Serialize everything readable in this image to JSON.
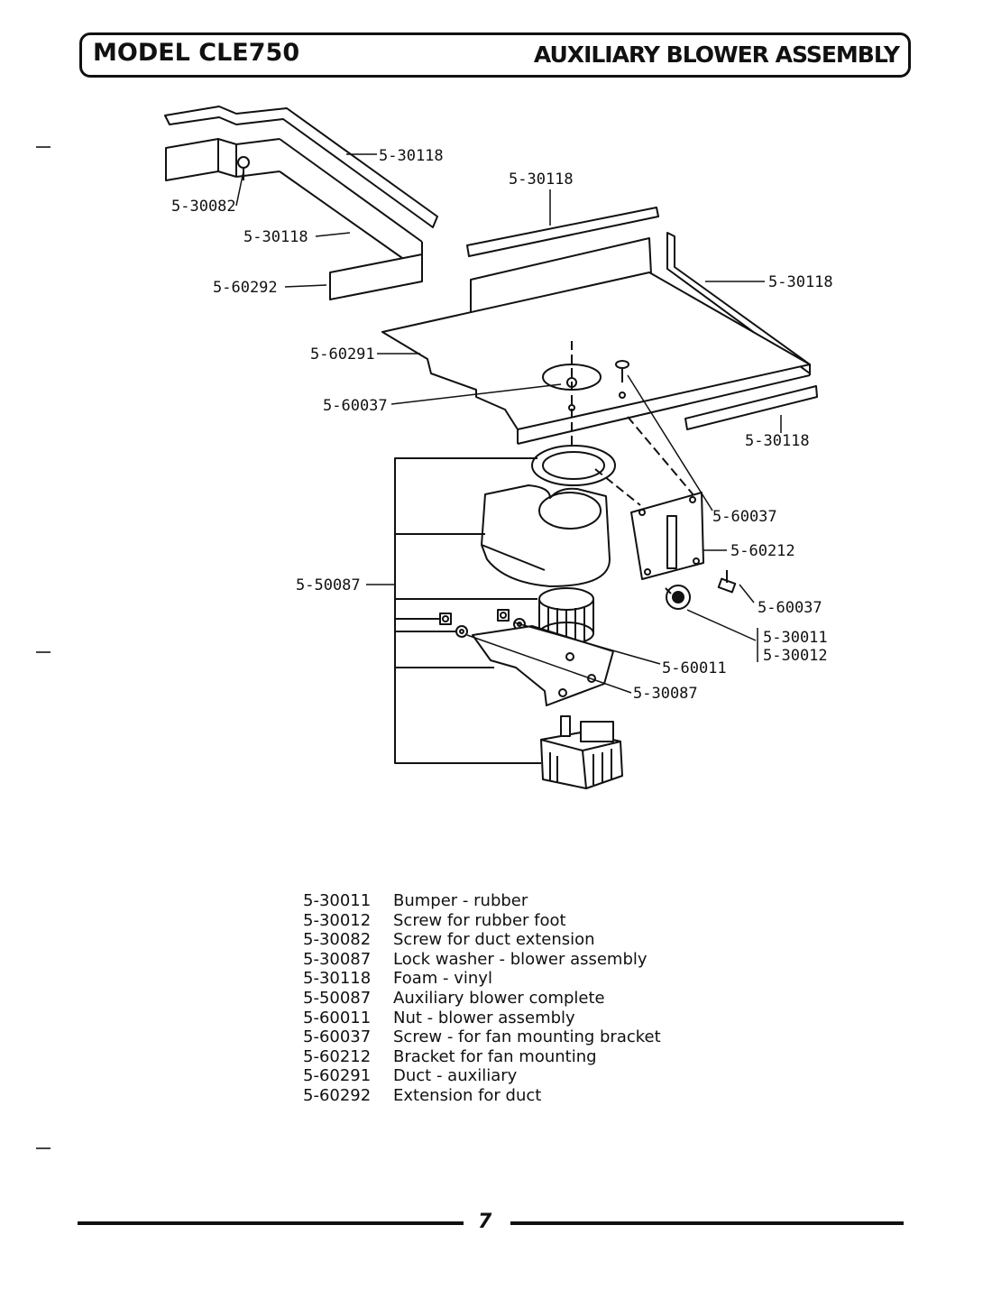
{
  "header": {
    "model_title": "MODEL CLE750",
    "section_title": "AUXILIARY BLOWER ASSEMBLY"
  },
  "callouts": {
    "foam_top_left": "5-30118",
    "screw_duct_ext": "5-30082",
    "foam_left_mid": "5-30118",
    "extension_duct": "5-60292",
    "foam_top_center": "5-30118",
    "foam_right": "5-30118",
    "duct_aux": "5-60291",
    "screw_center": "5-60037",
    "foam_bottom_right": "5-30118",
    "screw_bracket": "5-60037",
    "bracket": "5-60212",
    "blower_complete": "5-50087",
    "screw_bumper": "5-60037",
    "bumper": "5-30011",
    "rubber_foot_screw": "5-30012",
    "nut": "5-60011",
    "lock_washer": "5-30087"
  },
  "parts_list": [
    {
      "number": "5-30011",
      "description": "Bumper - rubber"
    },
    {
      "number": "5-30012",
      "description": "Screw for rubber foot"
    },
    {
      "number": "5-30082",
      "description": "Screw for duct extension"
    },
    {
      "number": "5-30087",
      "description": "Lock washer - blower assembly"
    },
    {
      "number": "5-30118",
      "description": "Foam - vinyl"
    },
    {
      "number": "5-50087",
      "description": "Auxiliary blower complete"
    },
    {
      "number": "5-60011",
      "description": "Nut - blower assembly"
    },
    {
      "number": "5-60037",
      "description": "Screw - for fan mounting bracket"
    },
    {
      "number": "5-60212",
      "description": "Bracket for fan mounting"
    },
    {
      "number": "5-60291",
      "description": "Duct - auxiliary"
    },
    {
      "number": "5-60292",
      "description": "Extension for duct"
    }
  ],
  "footer": {
    "page_number": "7"
  }
}
